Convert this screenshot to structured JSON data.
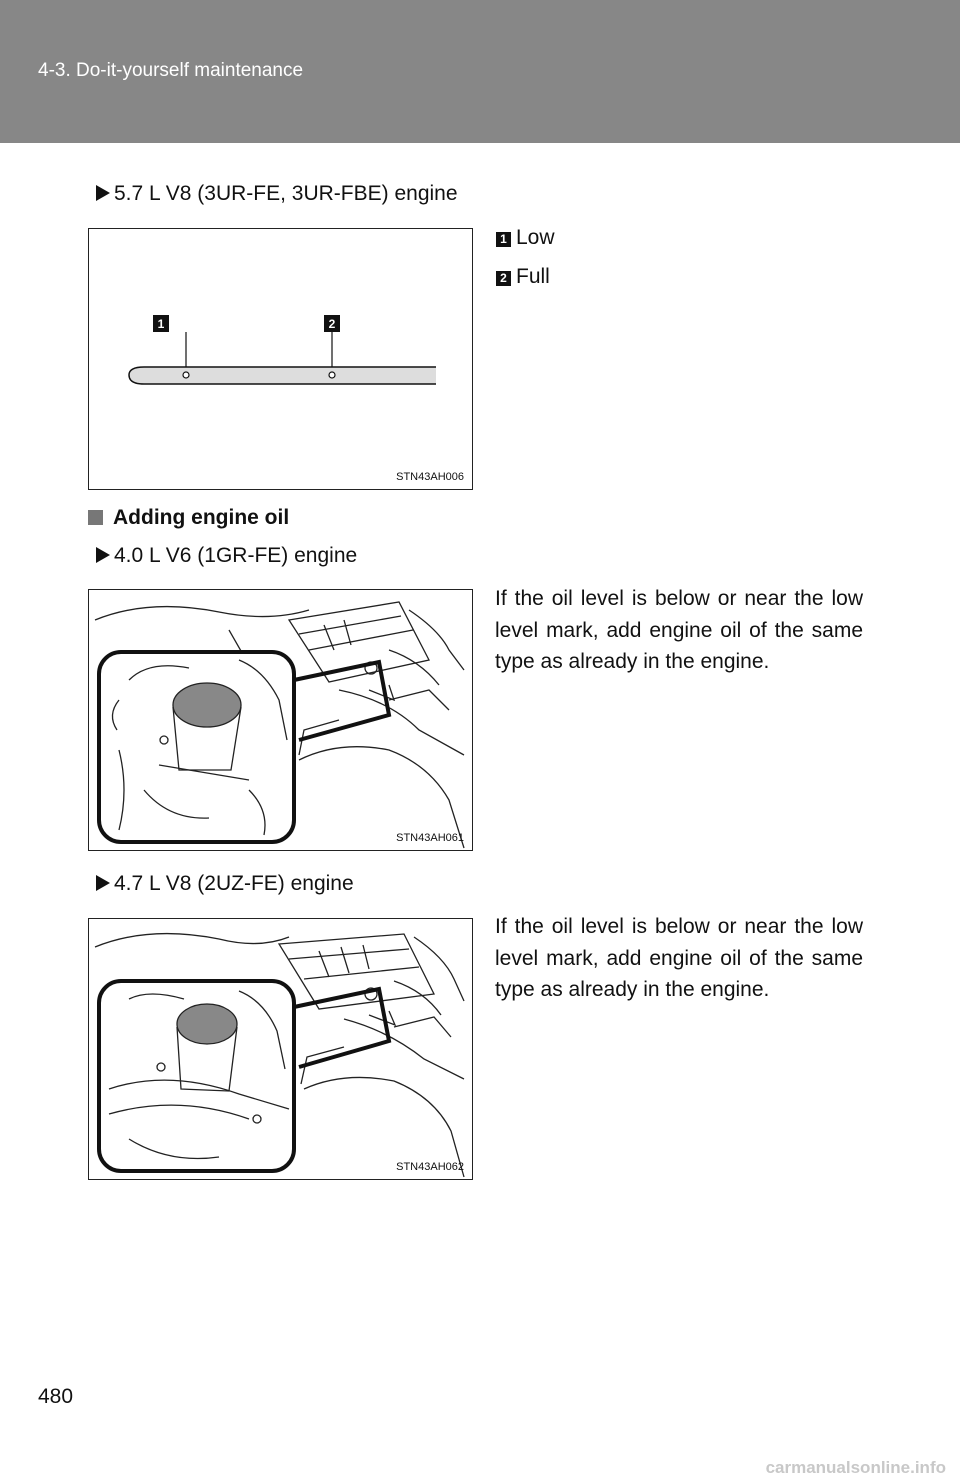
{
  "header": {
    "title": "4-3. Do-it-yourself maintenance"
  },
  "dipstick": {
    "engine_label": "5.7 L V8 (3UR-FE, 3UR-FBE) engine",
    "figure_code": "STN43AH006",
    "legend": [
      {
        "num": "1",
        "label": "Low"
      },
      {
        "num": "2",
        "label": "Full"
      }
    ]
  },
  "adding": {
    "heading": "Adding engine oil",
    "v6": {
      "engine_label": "4.0 L V6 (1GR-FE) engine",
      "text": "If the oil level is below or near the low level mark, add engine oil of the same type as already in the engine.",
      "figure_code": "STN43AH061"
    },
    "v8": {
      "engine_label": "4.7 L V8 (2UZ-FE) engine",
      "text": "If the oil level is below or near the low level mark, add engine oil of the same type as already in the engine.",
      "figure_code": "STN43AH062"
    }
  },
  "page_number": "480",
  "footer": {
    "url": "carmanualsonline.info"
  }
}
